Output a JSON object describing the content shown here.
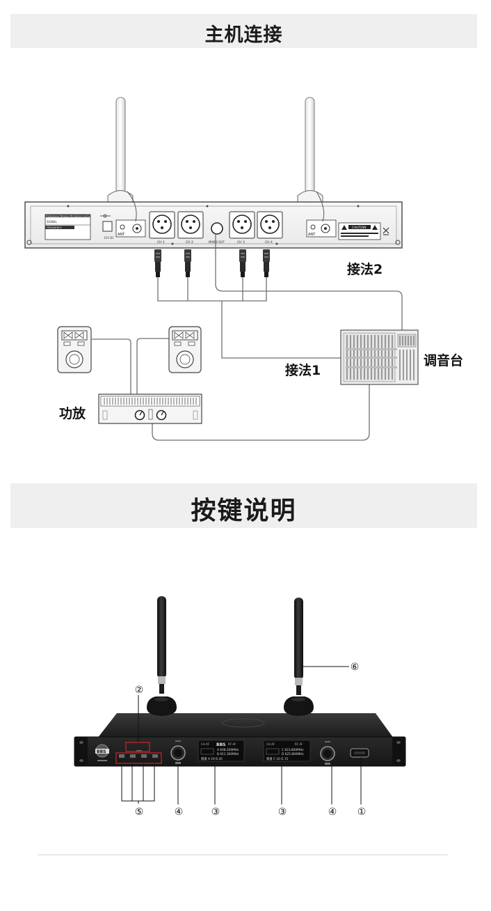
{
  "banners": {
    "host_connection": "主机连接",
    "button_description": "按键说明"
  },
  "diagram1": {
    "method2": "接法2",
    "method1": "接法1",
    "mixer": "调音台",
    "amplifier": "功放",
    "rear_panel": {
      "brand_line": "Professional   Wireless Microphone Series",
      "signal": "SIGNAL",
      "frequency": "FREQUENCY",
      "dc": "12V DC",
      "ant": "ANT",
      "ch1": "CH 1",
      "ch2": "CH 2",
      "ch3": "CH 3",
      "ch4": "CH 4",
      "mixed_out": "MIXED OUT",
      "caution": "CAUTION"
    }
  },
  "diagram2": {
    "callouts": [
      "①",
      "②",
      "③",
      "④",
      "⑤",
      "⑥"
    ],
    "front_panel": {
      "logo": "BBS",
      "left_display": {
        "brand": "BBS",
        "top_left": "CH  AF",
        "top_right": "RF  AF",
        "freq_a": "A 608.200MHz",
        "freq_b": "B 611.300MHz",
        "bottom": "频道 A 19  B 20"
      },
      "right_display": {
        "top_left": "CH  AF",
        "top_right": "RF  AF",
        "freq_c": "C 623.800MHz",
        "freq_d": "D 625.800MHz",
        "bottom": "频道 C 10  D 15"
      }
    }
  },
  "colors": {
    "banner_bg": "#efefef",
    "cable": "#6f6f6f",
    "callout_box": "#d0232a",
    "device_front": "#1c1c1c"
  }
}
